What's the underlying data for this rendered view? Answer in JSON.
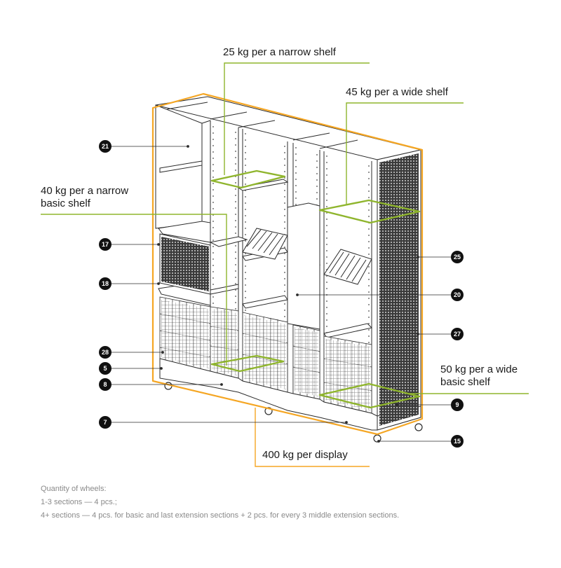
{
  "colors": {
    "frame": "#f5a623",
    "load": "#8fb52d",
    "line": "#2b2b2b",
    "badge": "#111111",
    "note": "#8a8a8a"
  },
  "labels": {
    "narrow_shelf": "25 kg per a narrow shelf",
    "wide_shelf": "45 kg per a wide shelf",
    "narrow_basic_line1": "40 kg per a narrow",
    "narrow_basic_line2": "basic shelf",
    "wide_basic_line1": "50 kg per a wide",
    "wide_basic_line2": "basic shelf",
    "display": "400 kg per display"
  },
  "callouts": {
    "c21": "21",
    "c17": "17",
    "c18": "18",
    "c28": "28",
    "c5": "5",
    "c8": "8",
    "c7": "7",
    "c25": "25",
    "c20": "20",
    "c27": "27",
    "c9": "9",
    "c15": "15"
  },
  "notes": {
    "title": "Quantity of wheels:",
    "line1": "1-3 sections — 4 pcs.;",
    "line2": "4+ sections — 4 pcs. for basic and last extension sections + 2 pcs. for every 3 middle extension sections."
  }
}
